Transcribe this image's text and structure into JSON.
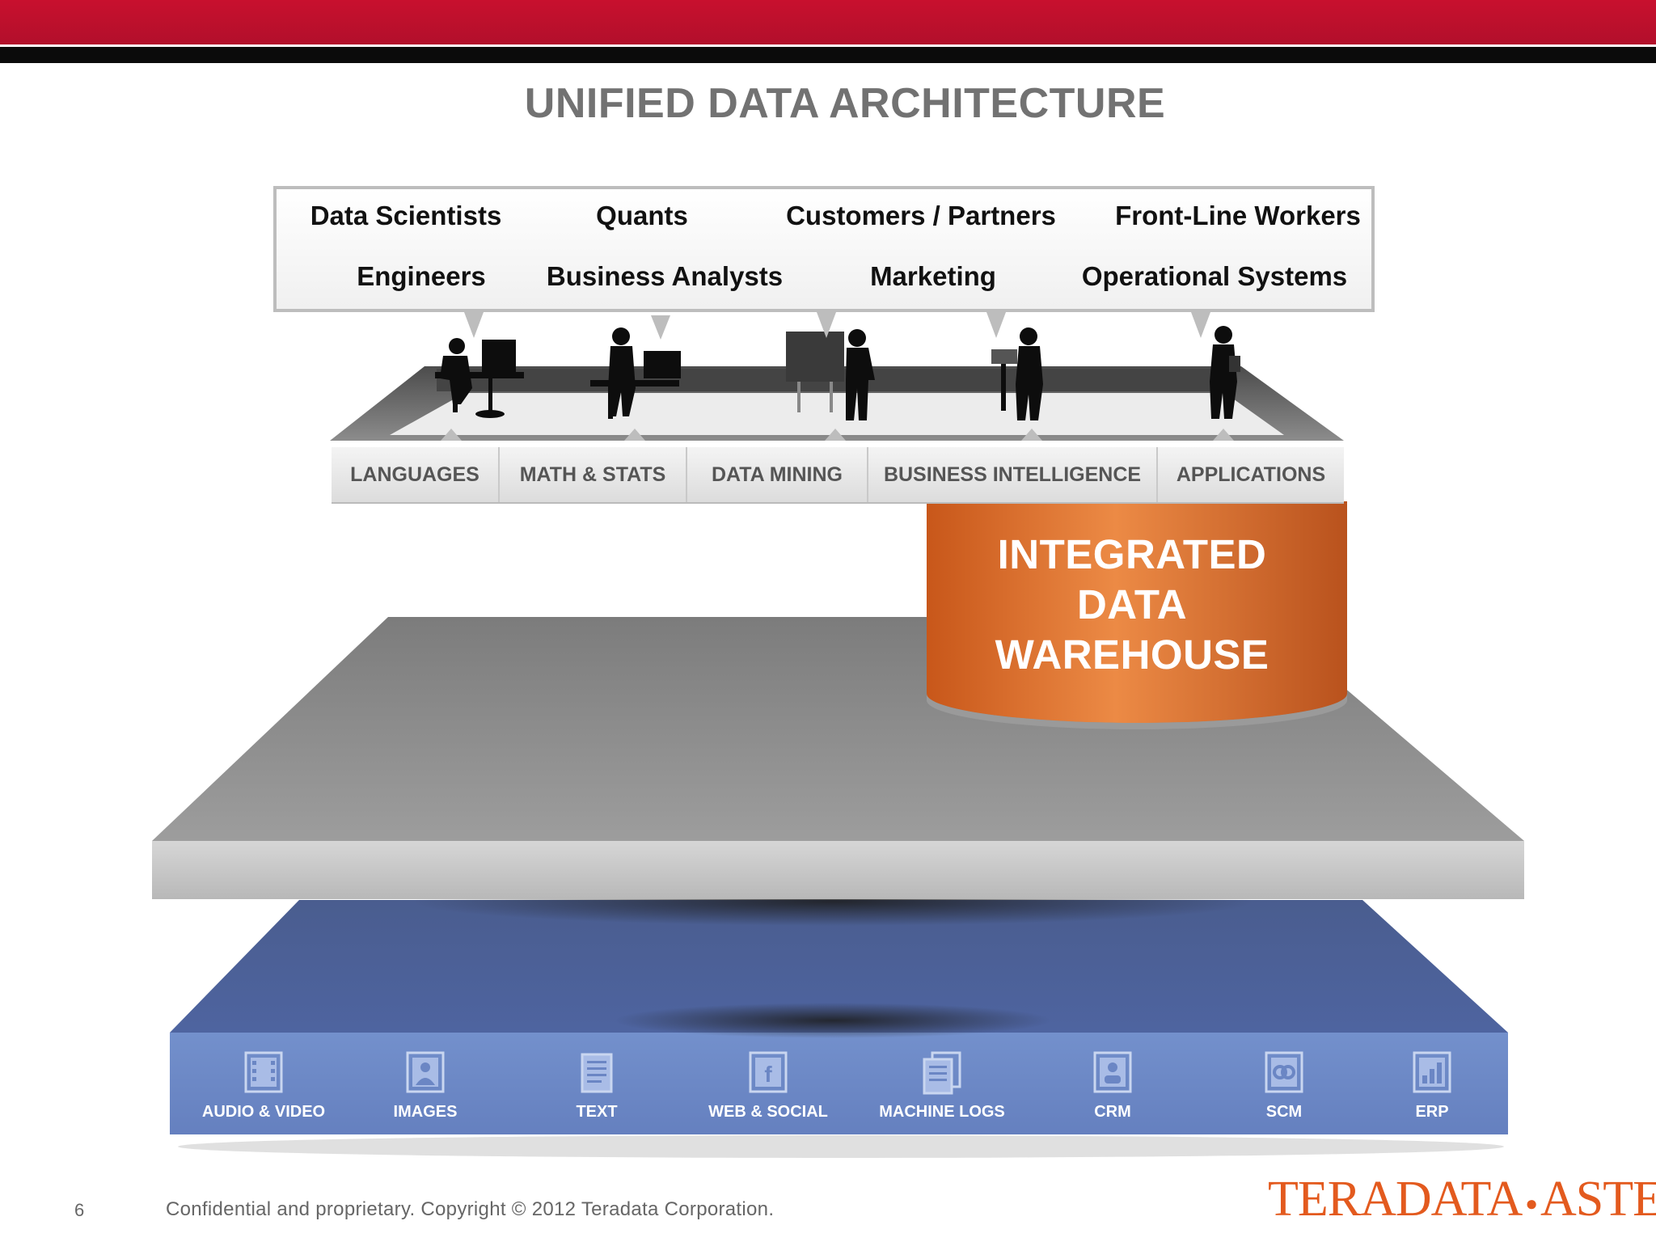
{
  "slide": {
    "title": "UNIFIED DATA ARCHITECTURE",
    "page_number": "6",
    "copyright": "Confidential and proprietary. Copyright © 2012 Teradata Corporation.",
    "logo": {
      "left": "TERADATA",
      "right": "ASTER",
      "color": "#e35a1e"
    }
  },
  "users": {
    "row1": [
      "Data Scientists",
      "Quants",
      "Customers / Partners",
      "Front-Line Workers"
    ],
    "row2": [
      "Engineers",
      "Business Analysts",
      "Marketing",
      "Operational Systems"
    ]
  },
  "tools": [
    "LANGUAGES",
    "MATH & STATS",
    "DATA MINING",
    "BUSINESS INTELLIGENCE",
    "APPLICATIONS"
  ],
  "warehouse": {
    "line1": "INTEGRATED",
    "line2": "DATA",
    "line3": "WAREHOUSE",
    "color": "#e0742c"
  },
  "sources": [
    {
      "label": "AUDIO & VIDEO",
      "icon": "film-icon"
    },
    {
      "label": "IMAGES",
      "icon": "image-icon"
    },
    {
      "label": "TEXT",
      "icon": "document-icon"
    },
    {
      "label": "WEB & SOCIAL",
      "icon": "facebook-icon"
    },
    {
      "label": "MACHINE LOGS",
      "icon": "log-icon"
    },
    {
      "label": "CRM",
      "icon": "contact-icon"
    },
    {
      "label": "SCM",
      "icon": "link-icon"
    },
    {
      "label": "ERP",
      "icon": "bar-chart-icon"
    }
  ],
  "colors": {
    "brand_red": "#c8102e",
    "source_blue": "#6b86c4",
    "platform_gray": "#8c8c8c"
  }
}
